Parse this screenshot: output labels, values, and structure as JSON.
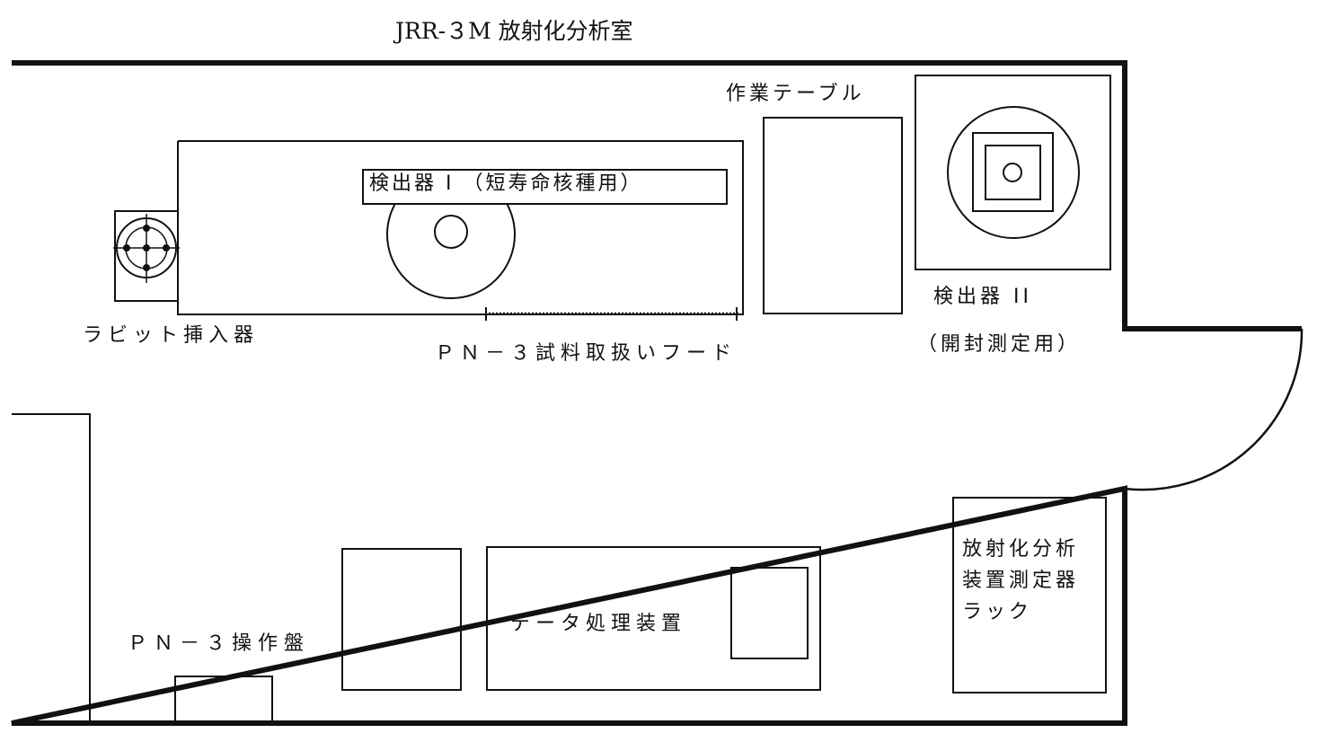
{
  "title": "JRR-３M 放射化分析室",
  "labels": {
    "work_table": "作業テーブル",
    "detector1": "検出器 I （短寿命核種用）",
    "rabbit_inserter": "ラビット挿入器",
    "hood": "ＰＮ－３試料取扱いフード",
    "detector2_name": "検出器 II",
    "detector2_use": "（開封測定用）",
    "pn3_panel": "ＰＮ－３操作盤",
    "data_processing": "データ処理装置",
    "rack": [
      "放射化分析",
      "装置測定器",
      "ラック"
    ]
  },
  "colors": {
    "line": "#111111",
    "background": "#ffffff"
  }
}
